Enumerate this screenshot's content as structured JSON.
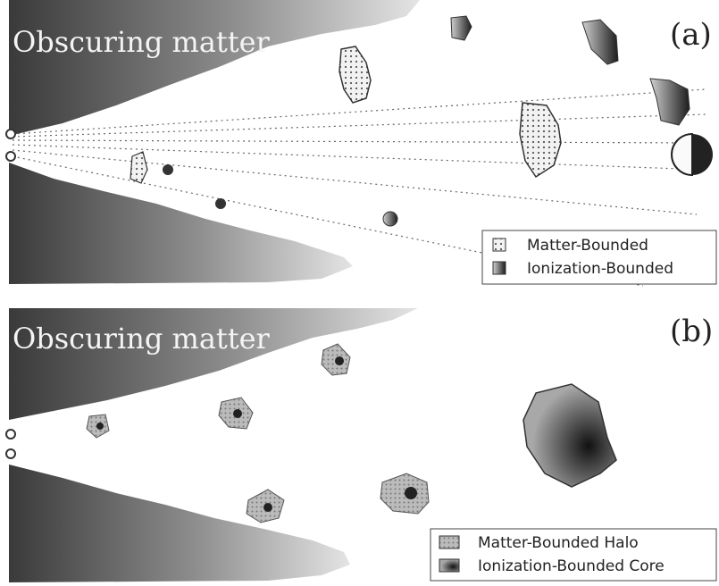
{
  "panel_a": {
    "tag": "(a)",
    "obscuring_label": "Obscuring matter",
    "legend": [
      {
        "label": "Matter-Bounded",
        "swatch": "matter-bounded"
      },
      {
        "label": "Ionization-Bounded",
        "swatch": "ionization-bounded"
      }
    ]
  },
  "panel_b": {
    "tag": "(b)",
    "obscuring_label": "Obscuring matter",
    "legend": [
      {
        "label": "Matter-Bounded Halo",
        "swatch": "halo"
      },
      {
        "label": "Ionization-Bounded Core",
        "swatch": "core"
      }
    ]
  },
  "colors": {
    "torus_dark": "#3a3a3a",
    "torus_light": "#d8d8d8",
    "cloud_dark": "#222222",
    "cloud_light": "#c9c9c9",
    "dot_pattern": "#555555"
  }
}
